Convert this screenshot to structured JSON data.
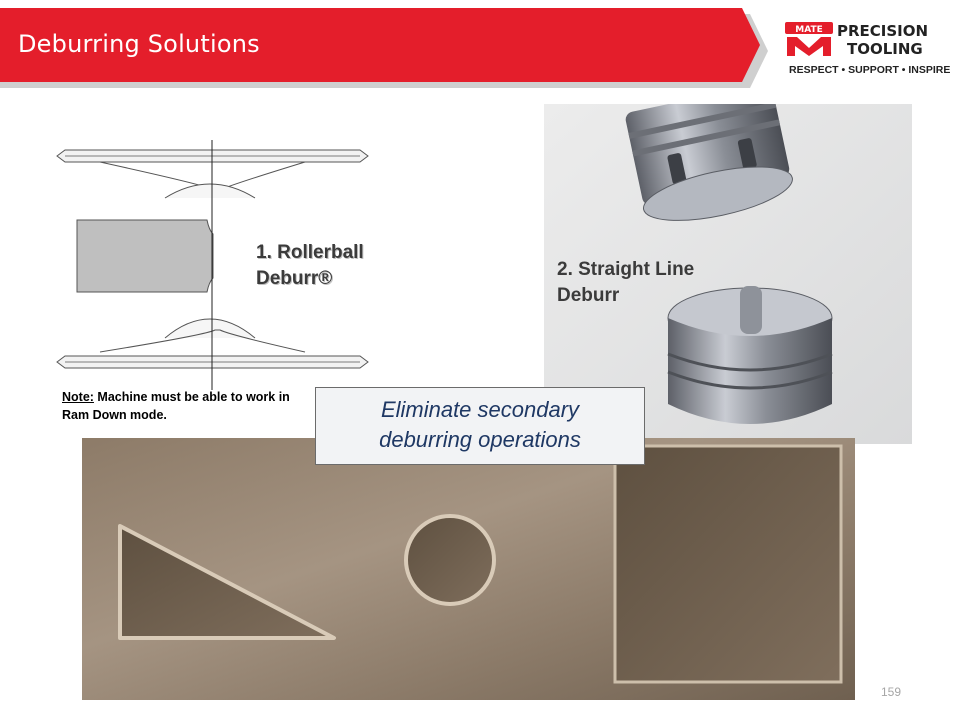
{
  "header": {
    "title": "Deburring Solutions",
    "accent_color": "#e41e2b"
  },
  "logo": {
    "mark_text": "MATE",
    "name_line1": "PRECISION",
    "name_line2": "TOOLING",
    "tagline": "RESPECT • SUPPORT • INSPIRE"
  },
  "rollerball": {
    "label_line1": "1. Rollerball",
    "label_line2": "Deburr®",
    "note_prefix": "Note:",
    "note_text": " Machine must be able to work in Ram Down mode."
  },
  "straight_line": {
    "label_line1": "2. Straight Line",
    "label_line2": "Deburr"
  },
  "callout": {
    "line1": "Eliminate secondary",
    "line2": "deburring operations"
  },
  "footer": {
    "page_number": "159"
  }
}
